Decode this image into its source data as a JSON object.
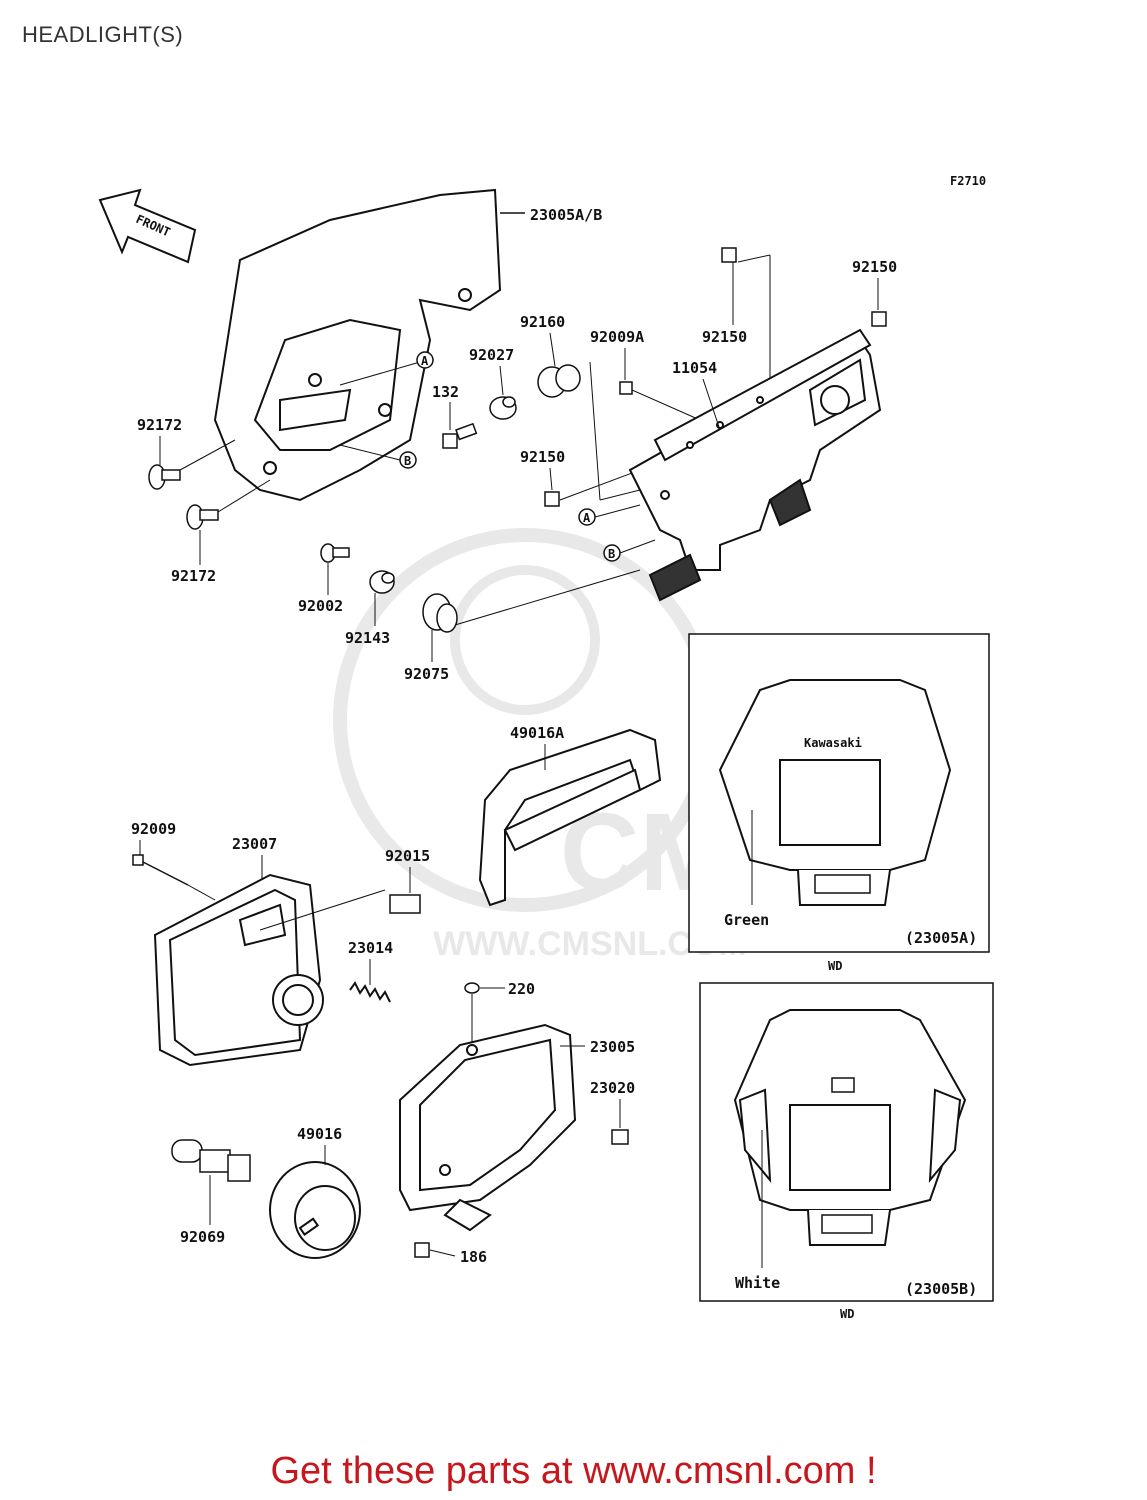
{
  "title": "HEADLIGHT(S)",
  "figure_code": "F2710",
  "front_label": "FRONT",
  "watermark": {
    "brand": "CMS",
    "url": "WWW.CMSNL.COM"
  },
  "footer": "Get these parts at www.cmsnl.com !",
  "labels": {
    "p23005AB": "23005A/B",
    "p92150a": "92150",
    "p92150b": "92150",
    "p92150c": "92150",
    "p92160": "92160",
    "p92009A": "92009A",
    "p92027": "92027",
    "p11054": "11054",
    "p132": "132",
    "p92172a": "92172",
    "p92172b": "92172",
    "p92002": "92002",
    "p92143": "92143",
    "p92075": "92075",
    "p49016A": "49016A",
    "p92009": "92009",
    "p23007": "23007",
    "p92015": "92015",
    "p23014": "23014",
    "p220": "220",
    "p23005": "23005",
    "p23020": "23020",
    "p49016": "49016",
    "p92069": "92069",
    "p186": "186",
    "refA1": "A",
    "refB1": "B",
    "refA2": "A",
    "refB2": "B"
  },
  "insets": [
    {
      "code": "(23005A)",
      "color_label": "Green",
      "model": "WD",
      "brand": "Kawasaki"
    },
    {
      "code": "(23005B)",
      "color_label": "White",
      "model": "WD"
    }
  ]
}
